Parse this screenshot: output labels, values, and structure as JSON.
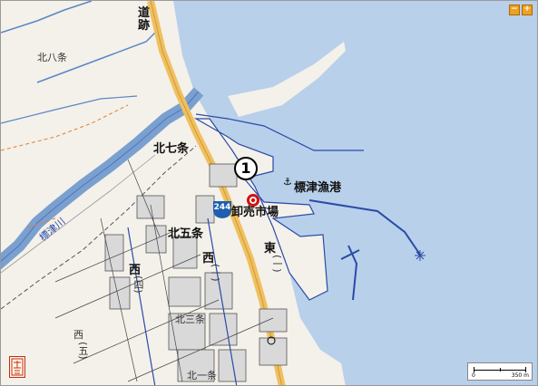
{
  "map": {
    "colors": {
      "sea": "#b8d0ea",
      "land": "#f4f1ea",
      "river": "#5a86c8",
      "road": "#f0c060",
      "shore": "#2a4aa8"
    },
    "labels": {
      "north8": "北八条",
      "north7": "北七条",
      "north5": "北五条",
      "north3": "北三条",
      "north1": "北一条",
      "west": "西",
      "west1": "(一)",
      "west2": "西",
      "west4": "(四)",
      "west3": "西",
      "west5": "(五)",
      "east": "東",
      "east1": "(一)",
      "harbor": "標津漁港",
      "market": "卸売市場",
      "michi": "道",
      "ato": "跡",
      "river": "標津川"
    },
    "route_number": "244",
    "marker_number": "1",
    "zoom_out": "−",
    "zoom_in": "+",
    "scale": {
      "start": "0",
      "end": "350 m"
    },
    "stamp": "国土地理院"
  }
}
